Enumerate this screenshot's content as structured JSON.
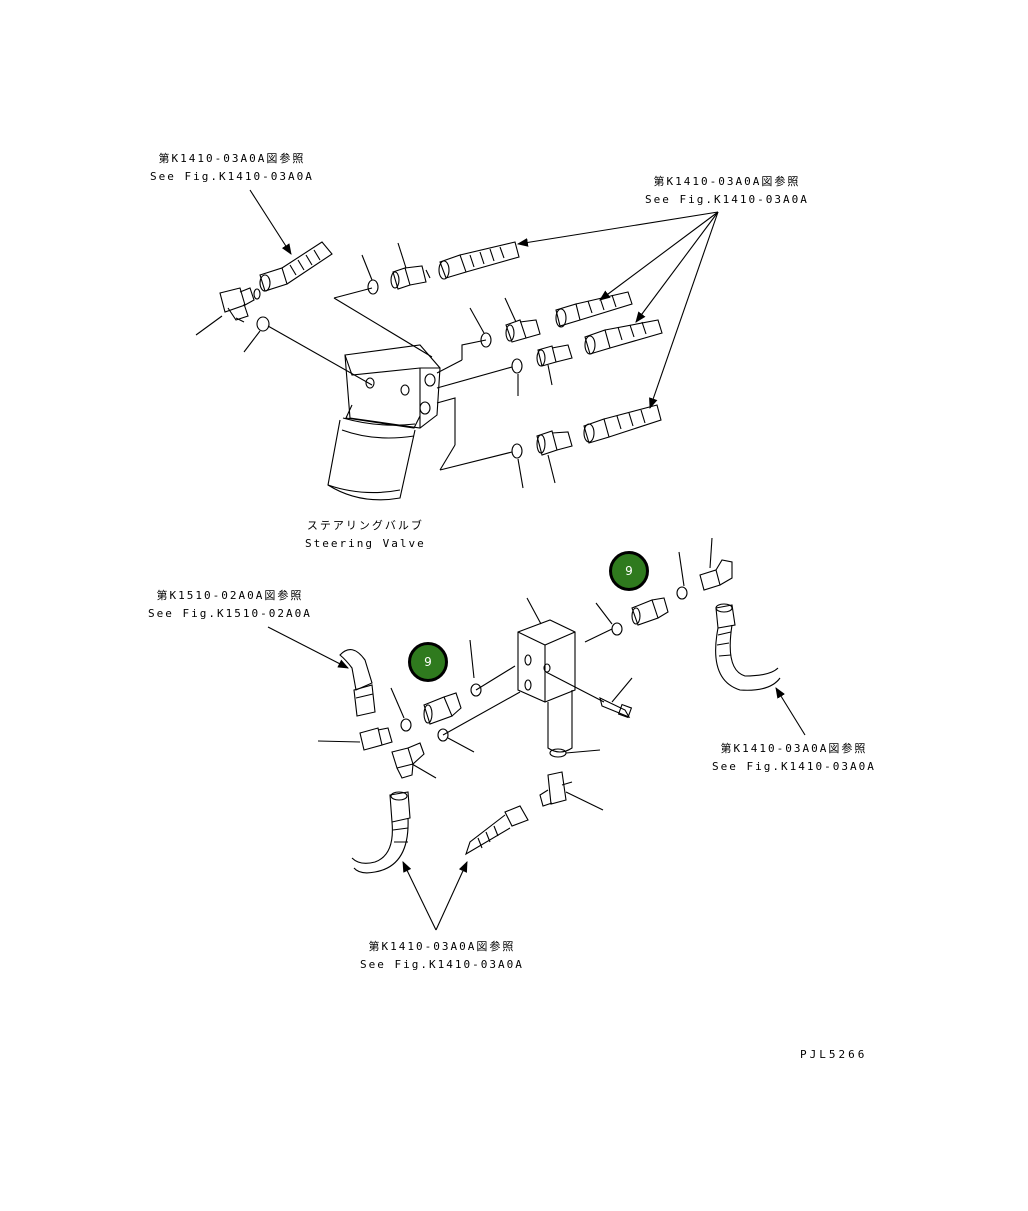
{
  "references": {
    "top_left": {
      "jp": "第K1410-03A0A図参照",
      "en": "See Fig.K1410-03A0A"
    },
    "top_right": {
      "jp": "第K1410-03A0A図参照",
      "en": "See Fig.K1410-03A0A"
    },
    "steering_valve": {
      "jp": "ステアリングバルブ",
      "en": "Steering Valve"
    },
    "mid_left": {
      "jp": "第K1510-02A0A図参照",
      "en": "See Fig.K1510-02A0A"
    },
    "mid_right": {
      "jp": "第K1410-03A0A図参照",
      "en": "See Fig.K1410-03A0A"
    },
    "bottom": {
      "jp": "第K1410-03A0A図参照",
      "en": "See Fig.K1410-03A0A"
    }
  },
  "callouts": [
    {
      "label": "9"
    },
    {
      "label": "9"
    }
  ],
  "drawing_code": "PJL5266",
  "colors": {
    "callout_fill": "#2f7a1e",
    "line": "#000000"
  }
}
